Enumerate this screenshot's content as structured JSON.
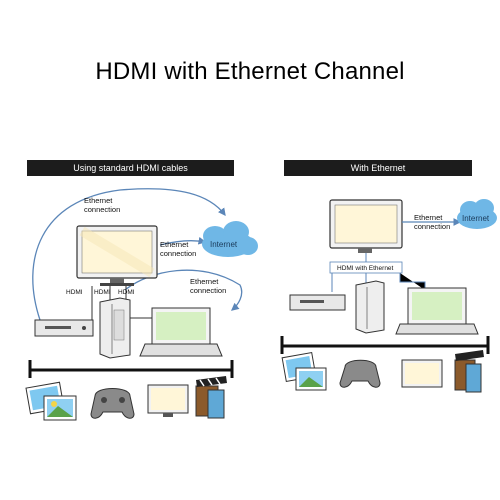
{
  "title": "HDMI with Ethernet Channel",
  "left_panel": {
    "header": "Using standard HDMI cables",
    "ethernet_label_1": [
      "Ethernet",
      "connection"
    ],
    "ethernet_label_2": [
      "Ethernet",
      "connection"
    ],
    "ethernet_label_3": [
      "Ethernet",
      "connection"
    ],
    "internet_label": "Internet",
    "hdmi_labels": [
      "HDMI",
      "HDMI",
      "HDMI"
    ]
  },
  "right_panel": {
    "header": "With Ethernet",
    "ethernet_label": [
      "Ethernet",
      "connection"
    ],
    "internet_label": "Internet",
    "hdmi_ethernet_label": "HDMI with Ethernet"
  },
  "icons": [
    "tv-icon",
    "cloud-icon",
    "blu-ray-player-icon",
    "game-console-icon",
    "laptop-icon",
    "photos-icon",
    "gamepad-icon",
    "monitor-icon",
    "film-clapper-icon"
  ],
  "colors": {
    "cable_blue": "#5b86b8",
    "cloud_blue": "#6fb7e6",
    "header_bg": "#1c1c1c",
    "tv_screen": "#fff6d8",
    "laptop_screen": "#d6f0c2"
  }
}
